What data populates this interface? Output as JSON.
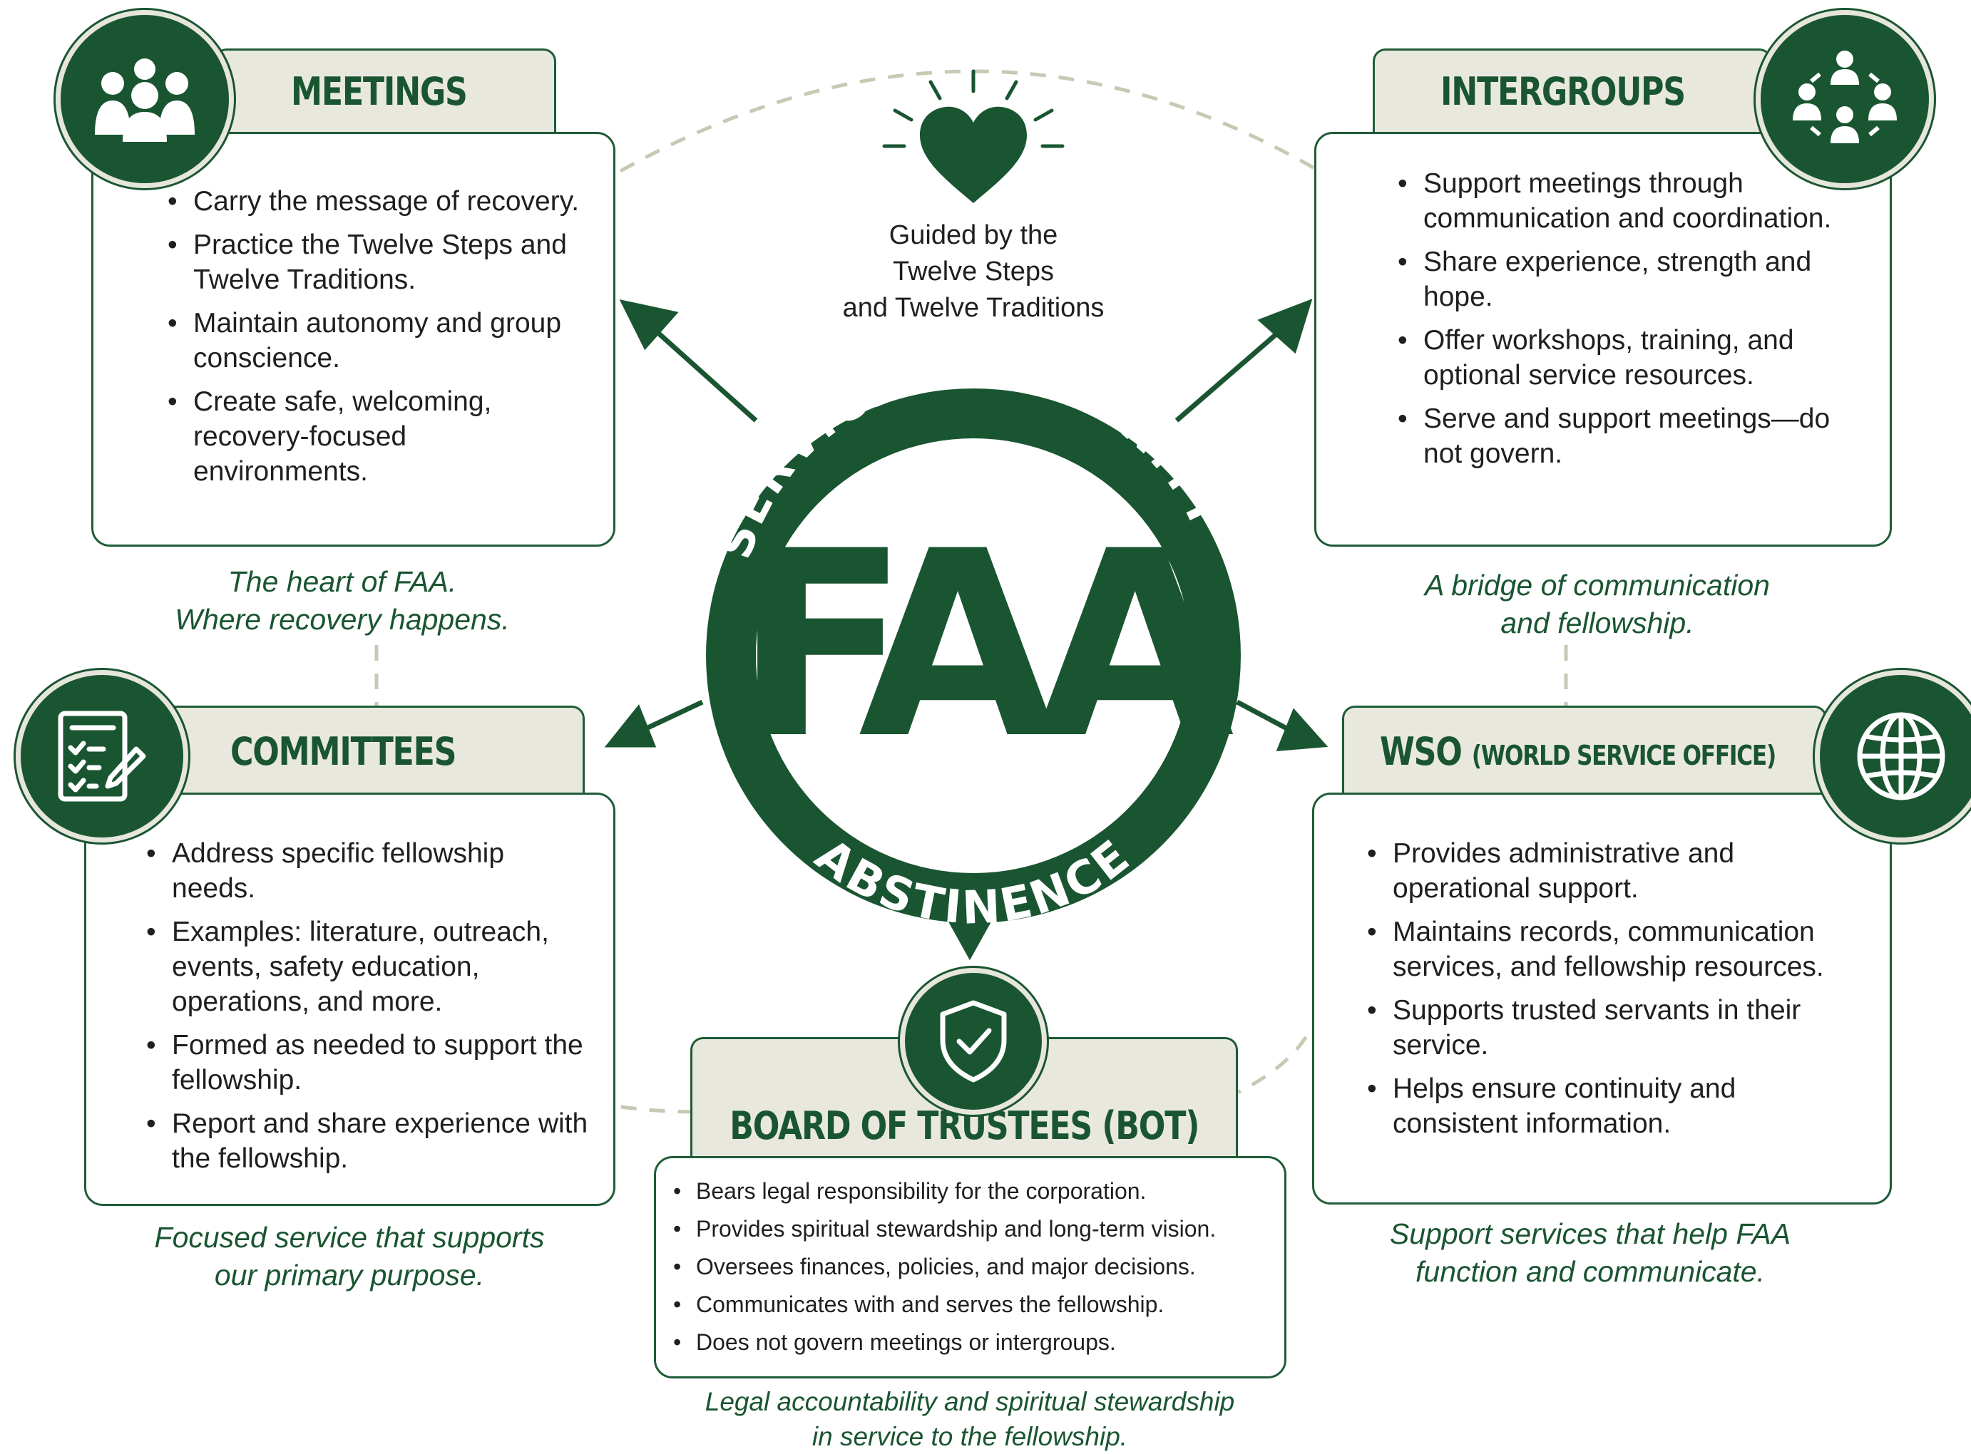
{
  "colors": {
    "brand_green": "#1a5531",
    "tab_bg": "#e9e8de",
    "dash": "#c9c8b4"
  },
  "center": {
    "logo_text": "FAA",
    "ring_words": [
      "SERVICE",
      "UNITY",
      "ABSTINENCE"
    ],
    "guided_text": [
      "Guided by the",
      "Twelve Steps",
      "and Twelve Traditions"
    ],
    "heart_icon": "heart-icon"
  },
  "meetings": {
    "title": "MEETINGS",
    "icon": "group-people-icon",
    "items": [
      "Carry the message of recovery.",
      "Practice the Twelve Steps and Twelve Traditions.",
      "Maintain autonomy and group conscience.",
      "Create safe, welcoming, recovery-focused environments."
    ],
    "caption": [
      "The heart of FAA.",
      "Where recovery happens."
    ]
  },
  "intergroups": {
    "title": "INTERGROUPS",
    "icon": "network-people-icon",
    "items": [
      "Support meetings through communication and coordination.",
      "Share experience, strength and hope.",
      "Offer workshops, training, and optional service resources.",
      "Serve and support meetings—do not govern."
    ],
    "caption": [
      "A bridge of communication",
      "and fellowship."
    ]
  },
  "committees": {
    "title": "COMMITTEES",
    "icon": "checklist-icon",
    "items": [
      "Address specific fellowship needs.",
      "Examples: literature, outreach, events, safety education, operations, and more.",
      "Formed as needed to support the fellowship.",
      "Report and share experience with the fellowship."
    ],
    "caption": [
      "Focused service that supports",
      "our primary purpose."
    ]
  },
  "wso": {
    "title": "WSO",
    "title_small": "(WORLD SERVICE OFFICE)",
    "icon": "globe-icon",
    "items": [
      "Provides administrative and operational support.",
      "Maintains records, communication services, and fellowship resources.",
      "Supports trusted servants in their service.",
      "Helps ensure continuity and consistent information."
    ],
    "caption": [
      "Support services that help FAA",
      "function and communicate."
    ]
  },
  "bot": {
    "title": "BOARD OF TRUSTEES (BOT)",
    "icon": "shield-check-icon",
    "items": [
      "Bears legal responsibility for the corporation.",
      "Provides spiritual stewardship and long-term vision.",
      "Oversees finances, policies, and major decisions.",
      "Communicates with and serves the fellowship.",
      "Does not govern meetings or intergroups."
    ],
    "caption": [
      "Legal accountability and spiritual stewardship",
      "in service to the fellowship."
    ]
  }
}
